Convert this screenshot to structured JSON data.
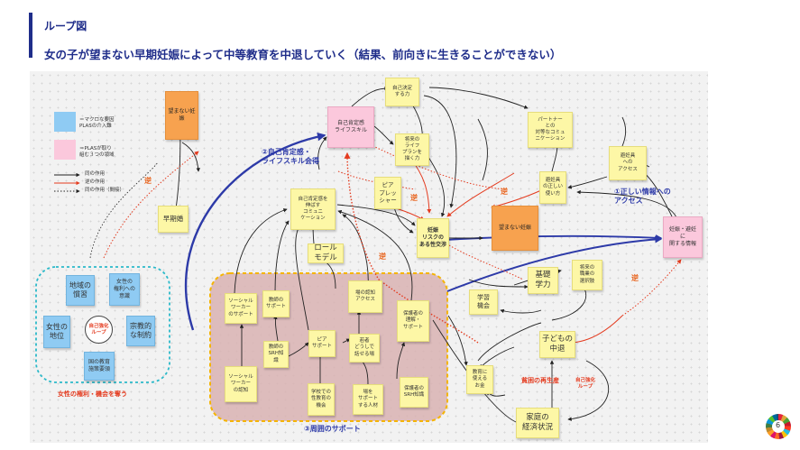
{
  "header": {
    "title": "ループ図",
    "subtitle": "女の子が望まない早期妊娠によって中等教育を中退していく（結果、前向きに生きることができない）"
  },
  "legend": {
    "blue_label": "＝マクロな要因\nPLASの介入難",
    "pink_label": "＝PLASが取り\n組む３つの領域",
    "positive": "同の作用",
    "inverse": "逆の作用",
    "indirect": "同の作用（間接）"
  },
  "notes": {
    "unwanted_pregnancy_top": "望まない妊娠",
    "self_esteem_life_skills": "自己肯定感\nライフスキル",
    "self_decision_power": "自己決定\nする力",
    "life_plan": "将来の\nライフ\nプランを\n描く力",
    "partner_communication": "パートナー\nとの\n対等なコミュ\nニケーション",
    "contraceptive_access": "避妊具\nへの\nアクセス",
    "contraceptive_correct_use": "避妊具\nの正しい\n使い方",
    "early_marriage": "早期婚",
    "self_esteem_communication": "自己肯定感を\n伸ばす\nコミュニ\nケーション",
    "peer_pressure": "ピア\nプレッ\nシャー",
    "pregnancy_risk_sex": "妊娠\nリスクの\nある性交渉",
    "unwanted_pregnancy_center": "望まない妊娠",
    "info_pregnancy": "妊娠・避妊\nに\n関する情報",
    "role_model": "ロール\nモデル",
    "social_worker_support": "ソーシャル\nワーカー\nのサポート",
    "teacher_support": "教師の\nサポート",
    "place_awareness": "場の認知\nアクセス",
    "peer_support": "ピア\nサポート",
    "youth_talk_place": "若者\nどうしで\n話せる場",
    "guardian_understanding": "保護者の\n理解・\nサポート",
    "teacher_srh": "教師の\nSRH知識",
    "social_worker_awareness": "ソーシャル\nワーカー\nの認知",
    "school_sex_education": "学校での\n性教育の\n機会",
    "support_people": "場を\nサポート\nする人材",
    "guardian_srh": "保護者の\nSRH知識",
    "basic_skills": "基礎\n学力",
    "future_career": "将来の\n職業の\n選択肢",
    "learning_opportunity": "学習\n機会",
    "child_dropout": "子どもの\n中退",
    "education_money": "教育に\n使える\nお金",
    "household_economy": "家庭の\n経済状況",
    "regional_customs": "地域の\n慣習",
    "women_rights": "女性の\n権利への\n意識",
    "women_status": "女性の\n地位",
    "religious_constraints": "宗教的\nな制約",
    "national_education": "国の教育\n施策要領"
  },
  "annotations": {
    "self_esteem_skill": "②自己肯定感・\nライフスキル会得",
    "correct_info_access": "①正しい情報への\nアクセス",
    "local_support": "③周囲のサポート",
    "women_rights_loss": "女性の権利・機会を奪う",
    "poverty_reproduction": "貧困の再生産",
    "self_reinforcing_loop_right": "自己強化\nループ",
    "self_reinforcing_loop_left": "自己強化\nループ",
    "inverse_marks": [
      "逆",
      "逆",
      "逆",
      "逆",
      "逆"
    ]
  },
  "page": {
    "number": "6"
  },
  "colors": {
    "accent_navy": "#1f2d8a",
    "sticky_yellow": "#fdf7a6",
    "sticky_blue": "#8fcbf3",
    "sticky_pink": "#fbc8dc",
    "sticky_orange": "#f7a24f",
    "inverse_red": "#e43b1f",
    "loop_blue": "#2d3aa8"
  }
}
